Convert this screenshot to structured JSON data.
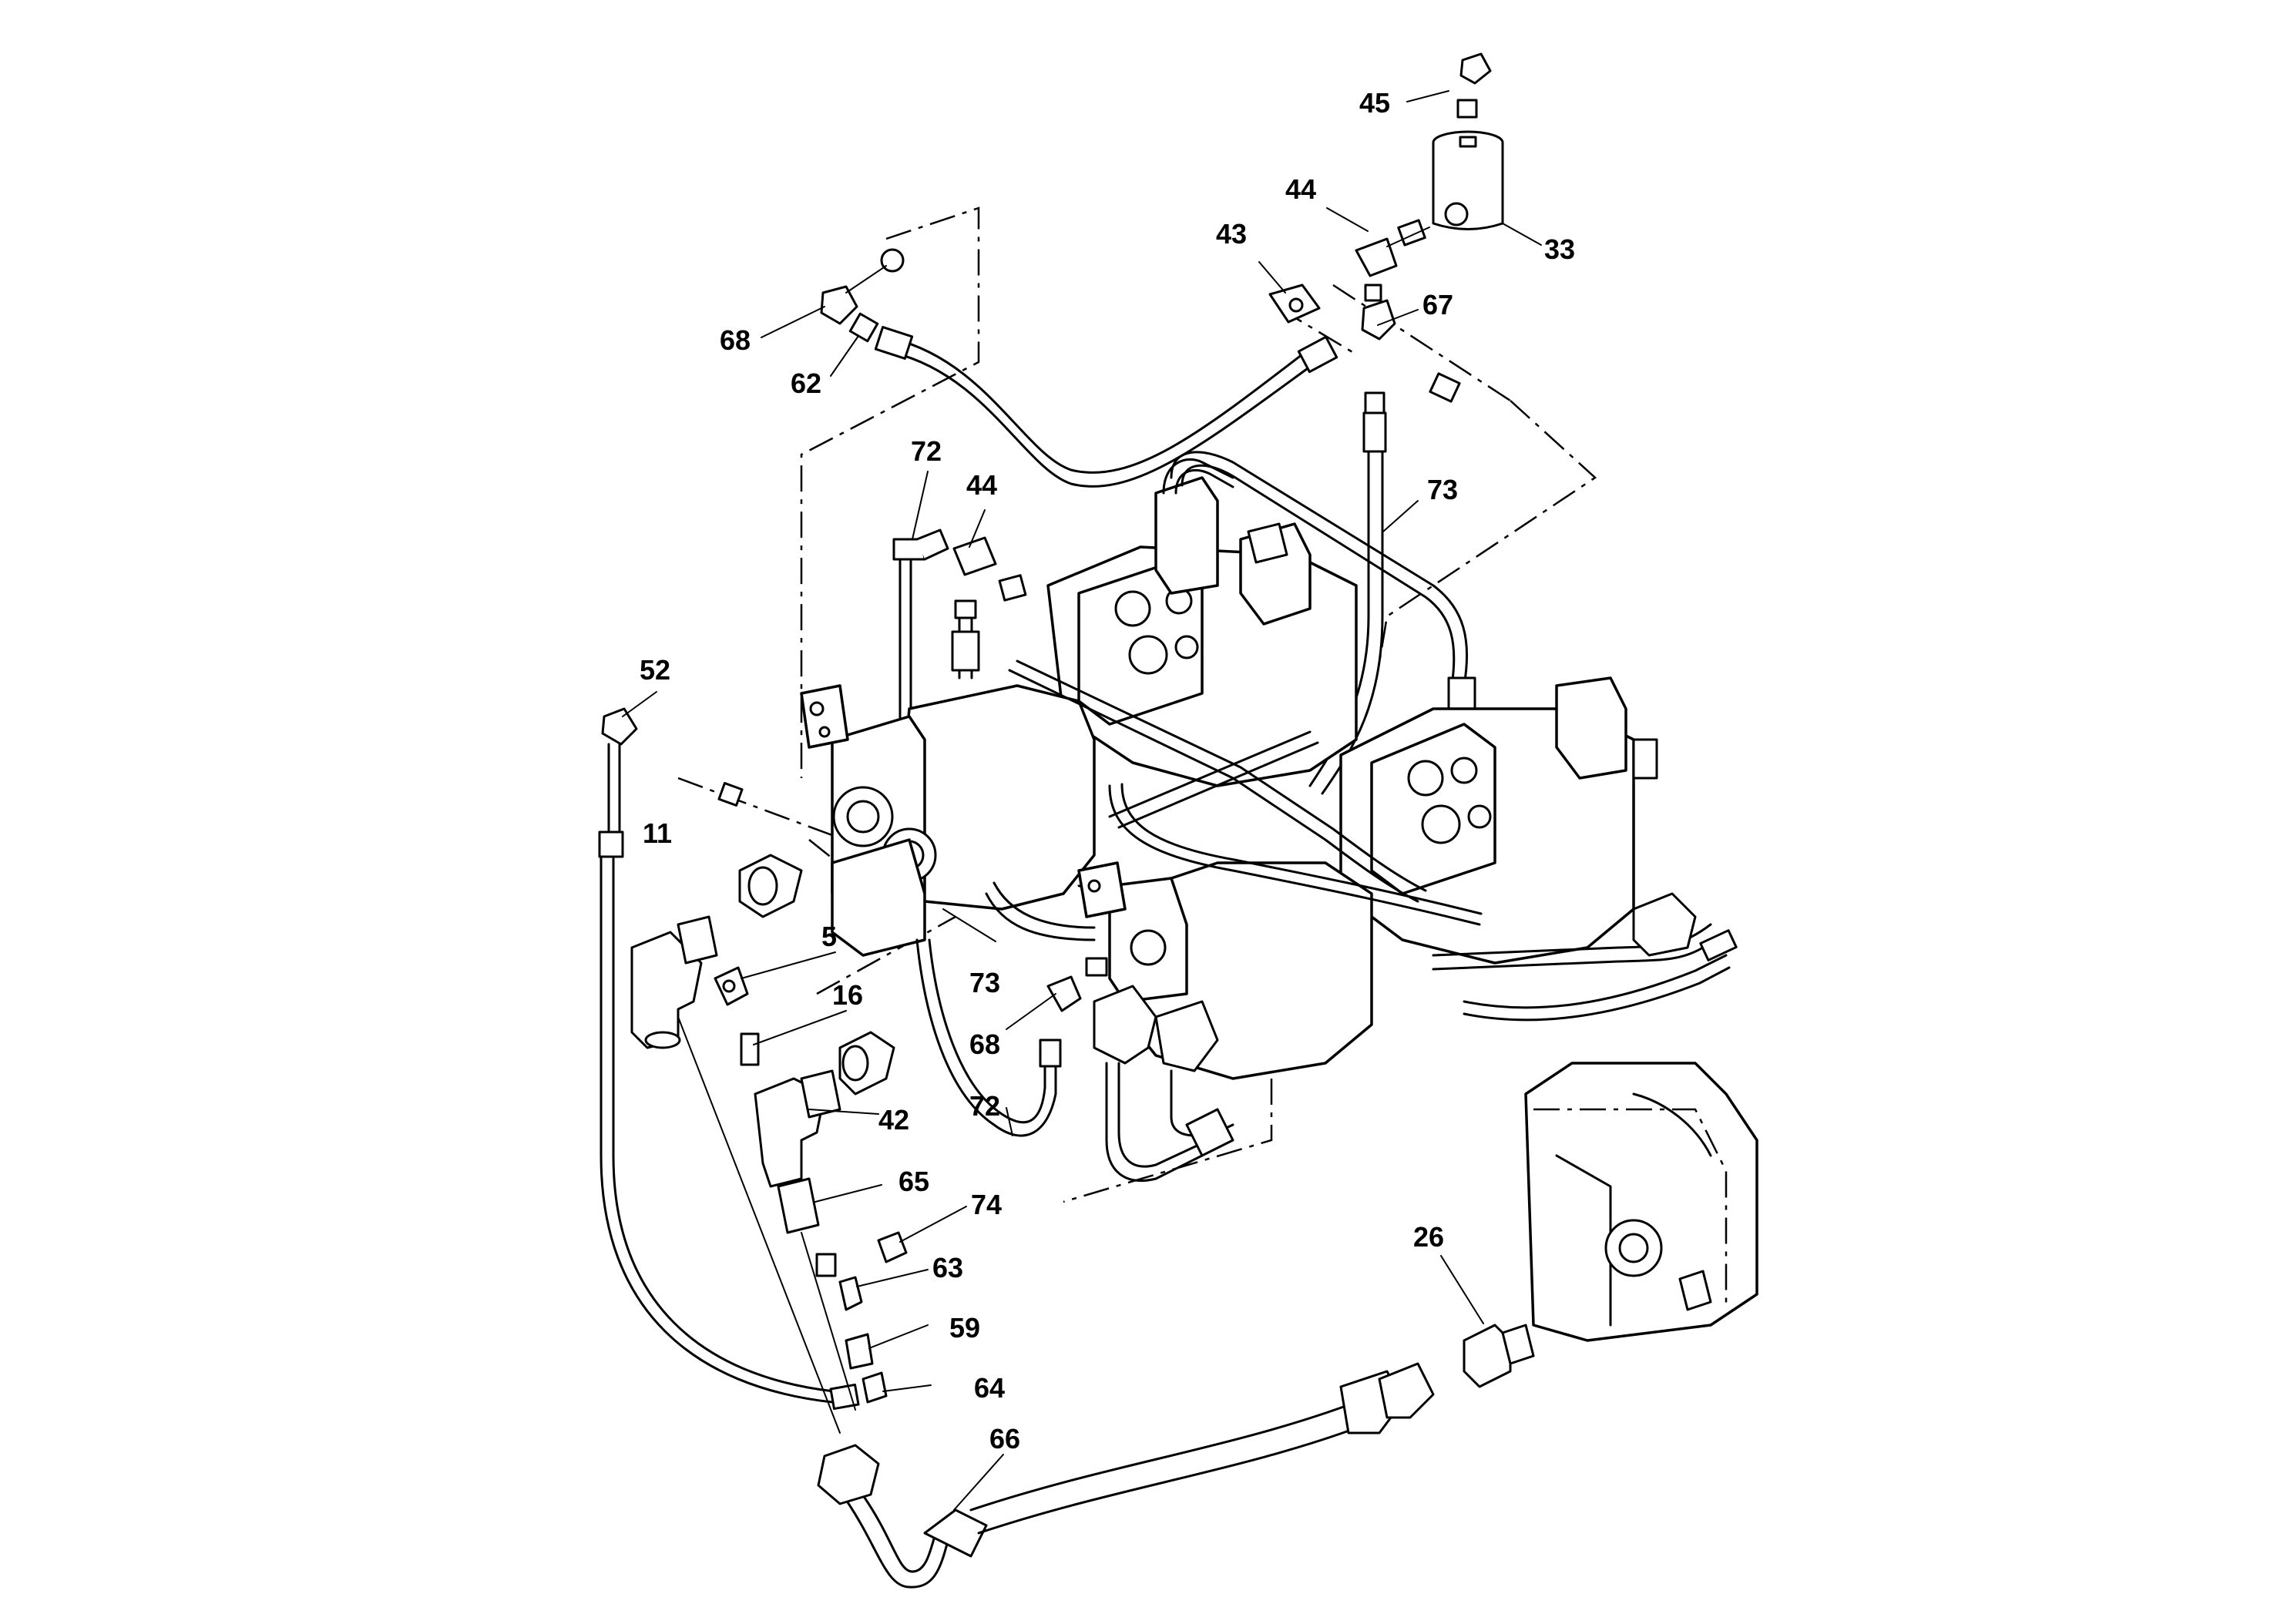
{
  "diagram": {
    "labels": [
      {
        "id": "l45",
        "text": "45"
      },
      {
        "id": "l44a",
        "text": "44"
      },
      {
        "id": "l33",
        "text": "33"
      },
      {
        "id": "l43",
        "text": "43"
      },
      {
        "id": "l67",
        "text": "67"
      },
      {
        "id": "l68a",
        "text": "68"
      },
      {
        "id": "l62",
        "text": "62"
      },
      {
        "id": "l72a",
        "text": "72"
      },
      {
        "id": "l44b",
        "text": "44"
      },
      {
        "id": "l73a",
        "text": "73"
      },
      {
        "id": "l52",
        "text": "52"
      },
      {
        "id": "l11",
        "text": "11"
      },
      {
        "id": "l5",
        "text": "5"
      },
      {
        "id": "l16",
        "text": "16"
      },
      {
        "id": "l73b",
        "text": "73"
      },
      {
        "id": "l68b",
        "text": "68"
      },
      {
        "id": "l42",
        "text": "42"
      },
      {
        "id": "l72b",
        "text": "72"
      },
      {
        "id": "l65",
        "text": "65"
      },
      {
        "id": "l74",
        "text": "74"
      },
      {
        "id": "l63",
        "text": "63"
      },
      {
        "id": "l59",
        "text": "59"
      },
      {
        "id": "l64",
        "text": "64"
      },
      {
        "id": "l66",
        "text": "66"
      },
      {
        "id": "l26",
        "text": "26"
      }
    ]
  }
}
